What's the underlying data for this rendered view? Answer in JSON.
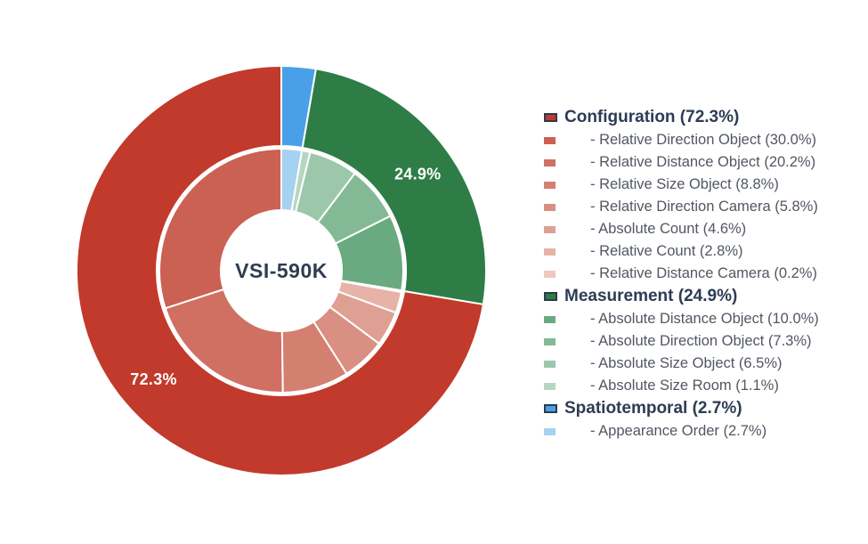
{
  "chart_data": {
    "type": "pie",
    "variant": "nested_donut",
    "title": "",
    "center_label": "VSI-590K",
    "start_angle_deg": 90,
    "direction": "counterclockwise",
    "outer_ring": "categories",
    "inner_ring": "subcategories",
    "legend_position": "right",
    "categories": [
      {
        "name": "Configuration",
        "value": 72.3,
        "slice_label": "72.3%",
        "legend_label": "Configuration (72.3%)",
        "color": "#c13a2b",
        "children": [
          {
            "name": "Relative Direction Object",
            "value": 30.0,
            "legend_label": "- Relative Direction Object (30.0%)",
            "color": "#cb6153"
          },
          {
            "name": "Relative Distance Object",
            "value": 20.2,
            "legend_label": "- Relative Distance Object (20.2%)",
            "color": "#cf7062"
          },
          {
            "name": "Relative Size Object",
            "value": 8.8,
            "legend_label": "- Relative Size Object (8.8%)",
            "color": "#d48071"
          },
          {
            "name": "Relative Direction Camera",
            "value": 5.8,
            "legend_label": "- Relative Direction Camera (5.8%)",
            "color": "#d98f81"
          },
          {
            "name": "Absolute Count",
            "value": 4.6,
            "legend_label": "- Absolute Count (4.6%)",
            "color": "#dfa094"
          },
          {
            "name": "Relative Count",
            "value": 2.8,
            "legend_label": "- Relative Count (2.8%)",
            "color": "#e7b2a8"
          },
          {
            "name": "Relative Distance Camera",
            "value": 0.2,
            "legend_label": "- Relative Distance Camera (0.2%)",
            "color": "#efc7bd"
          }
        ]
      },
      {
        "name": "Measurement",
        "value": 24.9,
        "slice_label": "24.9%",
        "legend_label": "Measurement (24.9%)",
        "color": "#2e7d46",
        "children": [
          {
            "name": "Absolute Distance Object",
            "value": 10.0,
            "legend_label": "- Absolute Distance Object (10.0%)",
            "color": "#69aa80"
          },
          {
            "name": "Absolute Direction Object",
            "value": 7.3,
            "legend_label": "- Absolute Direction Object (7.3%)",
            "color": "#84b996"
          },
          {
            "name": "Absolute Size Object",
            "value": 6.5,
            "legend_label": "- Absolute Size Object (6.5%)",
            "color": "#9cc7ab"
          },
          {
            "name": "Absolute Size Room",
            "value": 1.1,
            "legend_label": "- Absolute Size Room (1.1%)",
            "color": "#b7d6c1"
          }
        ]
      },
      {
        "name": "Spatiotemporal",
        "value": 2.7,
        "slice_label": "",
        "legend_label": "Spatiotemporal (2.7%)",
        "color": "#4aa0e8",
        "children": [
          {
            "name": "Appearance Order",
            "value": 2.7,
            "legend_label": "- Appearance Order (2.7%)",
            "color": "#a5d2f1"
          }
        ]
      }
    ]
  },
  "colors": {
    "background": "#ffffff",
    "category_text": "#2d3c53",
    "sub_text": "#515762",
    "swatch_border": "#2c3a4e",
    "slice_label_text": "#ffffff",
    "center_label_text": "#2e3d52"
  }
}
